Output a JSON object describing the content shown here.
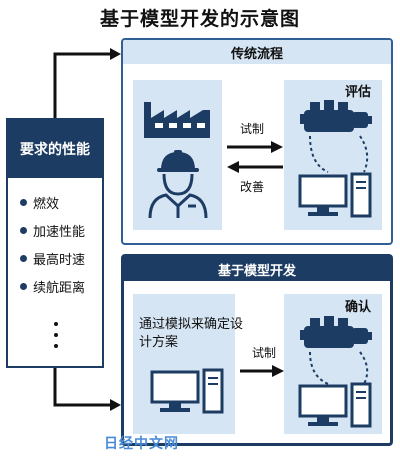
{
  "title": "基于模型开发的示意图",
  "requirements": {
    "heading": "要求的性能",
    "items": [
      "燃效",
      "加速性能",
      "最高时速",
      "续航距离"
    ]
  },
  "traditional": {
    "heading": "传统流程",
    "evaluate_label": "评估",
    "forward_label": "试制",
    "backward_label": "改善"
  },
  "model_based": {
    "heading": "基于模型开发",
    "confirm_label": "确认",
    "simulation_text": "通过模拟来确定设计方案",
    "forward_label": "试制"
  },
  "watermark": "日经中文网",
  "colors": {
    "navy": "#1d3c63",
    "mid_blue": "#2f5f95",
    "light_blue": "#d6e5f3",
    "watermark": "#4a8bd6"
  },
  "icons": [
    "factory-icon",
    "engineer-icon",
    "engine-icon",
    "computer-icon"
  ]
}
